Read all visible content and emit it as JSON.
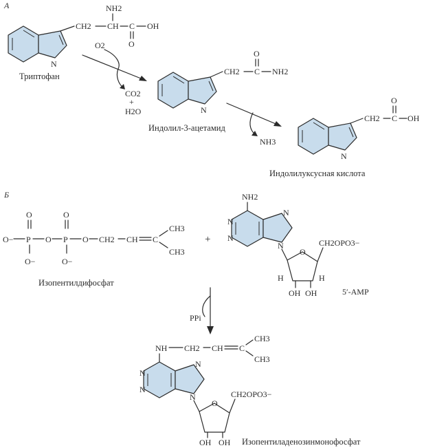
{
  "section_labels": {
    "a": "А",
    "b": "Б"
  },
  "compounds": {
    "tryptophan": "Триптофан",
    "indole_acetamide": "Индолил-3-ацетамид",
    "iaa": "Индолилуксусная кислота",
    "isopentenyl_pp": "Изопентилдифосфат",
    "amp": "5′-AMP",
    "isopentenyl_amp": "Изопентиладенозинмонофосфат"
  },
  "reagents": {
    "o2": "O2",
    "co2": "CO2",
    "plus1": "+",
    "h2o": "H2O",
    "nh3": "NH3",
    "ppi": "PPi",
    "plus2": "+"
  },
  "atoms": {
    "nh2": "NH2",
    "ch2": "CH2",
    "ch": "CH",
    "c": "C",
    "oh": "OH",
    "o": "O",
    "n": "N",
    "h": "H",
    "p": "P",
    "o_minus": "O−",
    "ch3": "CH3",
    "nh": "NH",
    "ch2opo3": "CH2OPO3−"
  },
  "colors": {
    "ring_fill": "#c8dcec",
    "line": "#2a2a2a"
  }
}
